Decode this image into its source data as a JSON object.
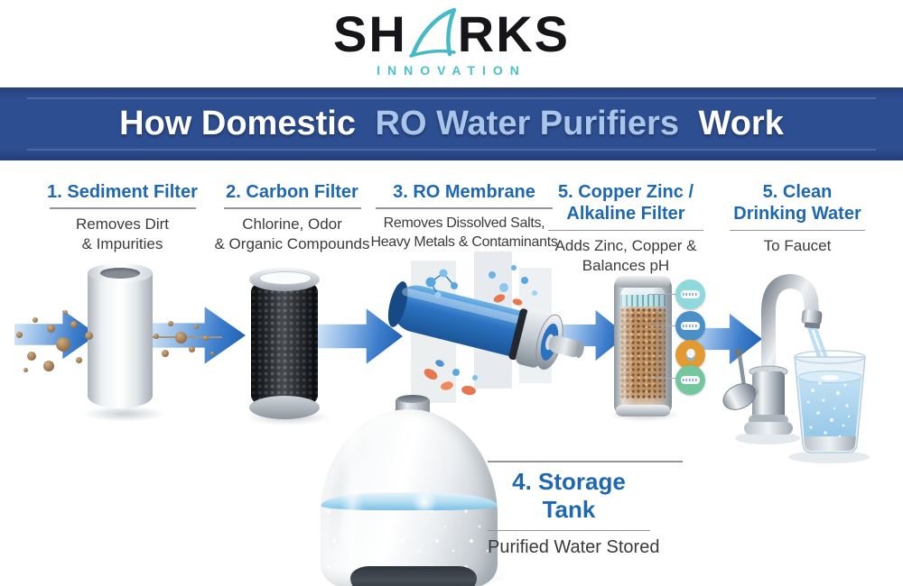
{
  "logo": {
    "part1": "SH",
    "part2": "RKS",
    "subtitle": "INNOVATION"
  },
  "banner": {
    "title_white1": "How Domestic",
    "title_blue": "RO Water Purifiers",
    "title_white2": "Work"
  },
  "steps": [
    {
      "title_line1": "1. Sediment Filter",
      "desc_line1": "Removes Dirt",
      "desc_line2": "& Impurities"
    },
    {
      "title_line1": "2. Carbon Filter",
      "desc_line1": "Chlorine, Odor",
      "desc_line2": "& Organic Compounds"
    },
    {
      "title_line1": "3. RO Membrane",
      "desc_line1": "Removes Dissolved Salts,",
      "desc_line2": "Heavy Metals & Contaminants"
    },
    {
      "title_line1": "5. Copper Zinc /",
      "title_line2": "Alkaline Filter",
      "desc_line1": "Adds Zinc, Copper &",
      "desc_line2": "Balances pH"
    },
    {
      "title_line1": "5. Clean",
      "title_line2": "Drinking Water",
      "desc_line1": "To Faucet"
    }
  ],
  "storage": {
    "title": "4. Storage Tank",
    "description": "Purified Water Stored"
  },
  "colors": {
    "banner_bg": "#2e4e92",
    "banner_highlight_text": "#a9c6ea",
    "step_title_blue": "#1e68b2",
    "body_text": "#3b3b3b",
    "arrow_blue": "#1d5cad",
    "logo_teal": "#47c1cd",
    "logo_black": "#15151a",
    "mineral_badge_colors": [
      "#8fd8de",
      "#4a90c8",
      "#e39a33",
      "#74c79c"
    ]
  }
}
